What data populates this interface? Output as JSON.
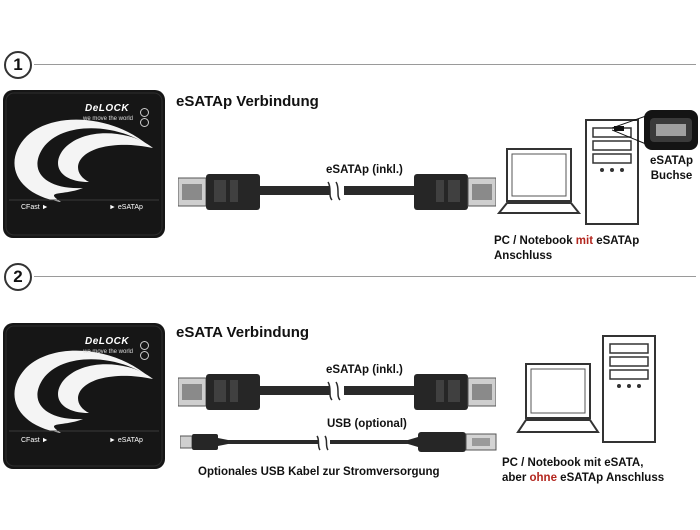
{
  "section1": {
    "number": "1",
    "title": "eSATAp Verbindung",
    "cable_label": "eSATAp (inkl.)",
    "port_label": "eSATAp",
    "port_label2": "Buchse",
    "pc_caption_pre": "PC / Notebook ",
    "pc_caption_highlight": "mit",
    "pc_caption_post": " eSATAp",
    "pc_caption_line2": "Anschluss"
  },
  "section2": {
    "number": "2",
    "title": "eSATA Verbindung",
    "cable_label": "eSATAp (inkl.)",
    "usb_label": "USB (optional)",
    "usb_caption": "Optionales USB Kabel zur Stromversorgung",
    "pc_caption_line1": "PC / Notebook mit eSATA,",
    "pc_caption_pre": "aber ",
    "pc_caption_highlight": "ohne",
    "pc_caption_post": " eSATAp Anschluss"
  },
  "device": {
    "brand": "DeLOCK",
    "slogan": "we move the world",
    "left_port": "CFast",
    "right_port": "eSATAp"
  },
  "colors": {
    "device_body": "#161616",
    "highlight": "#b3261e",
    "cable": "#2a2a2a"
  }
}
